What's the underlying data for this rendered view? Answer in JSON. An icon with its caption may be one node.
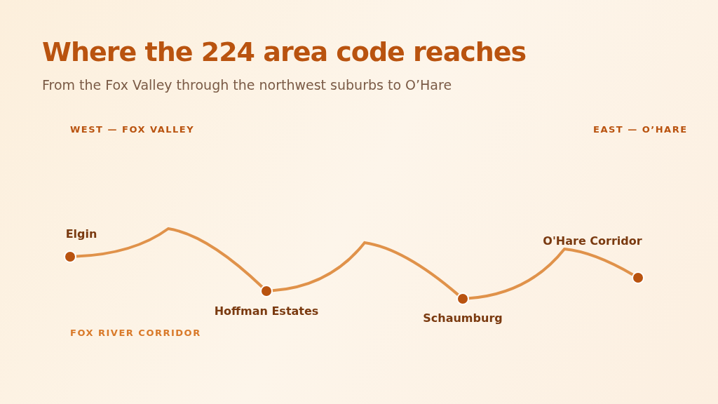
{
  "diagram": {
    "title": "Where the 224 area code reaches",
    "nodes": [
      {
        "text": [
          "Elgin"
        ]
      },
      {
        "text": [
          "Hoffman Estates"
        ]
      },
      {
        "text": [
          "Schaumburg"
        ]
      },
      {
        "text": [
          "O'Hare Corridor"
        ]
      }
    ],
    "edges": [
      {
        "from": 0,
        "to": 1,
        "arrow": "none"
      },
      {
        "from": 1,
        "to": 2,
        "arrow": "none"
      },
      {
        "from": 2,
        "to": 3,
        "arrow": "none"
      }
    ],
    "labels": [
      "From the Fox Valley through the northwest suburbs to O’Hare",
      "WEST — FOX VALLEY",
      "EAST — O’HARE",
      "FOX RIVER CORRIDOR"
    ]
  }
}
